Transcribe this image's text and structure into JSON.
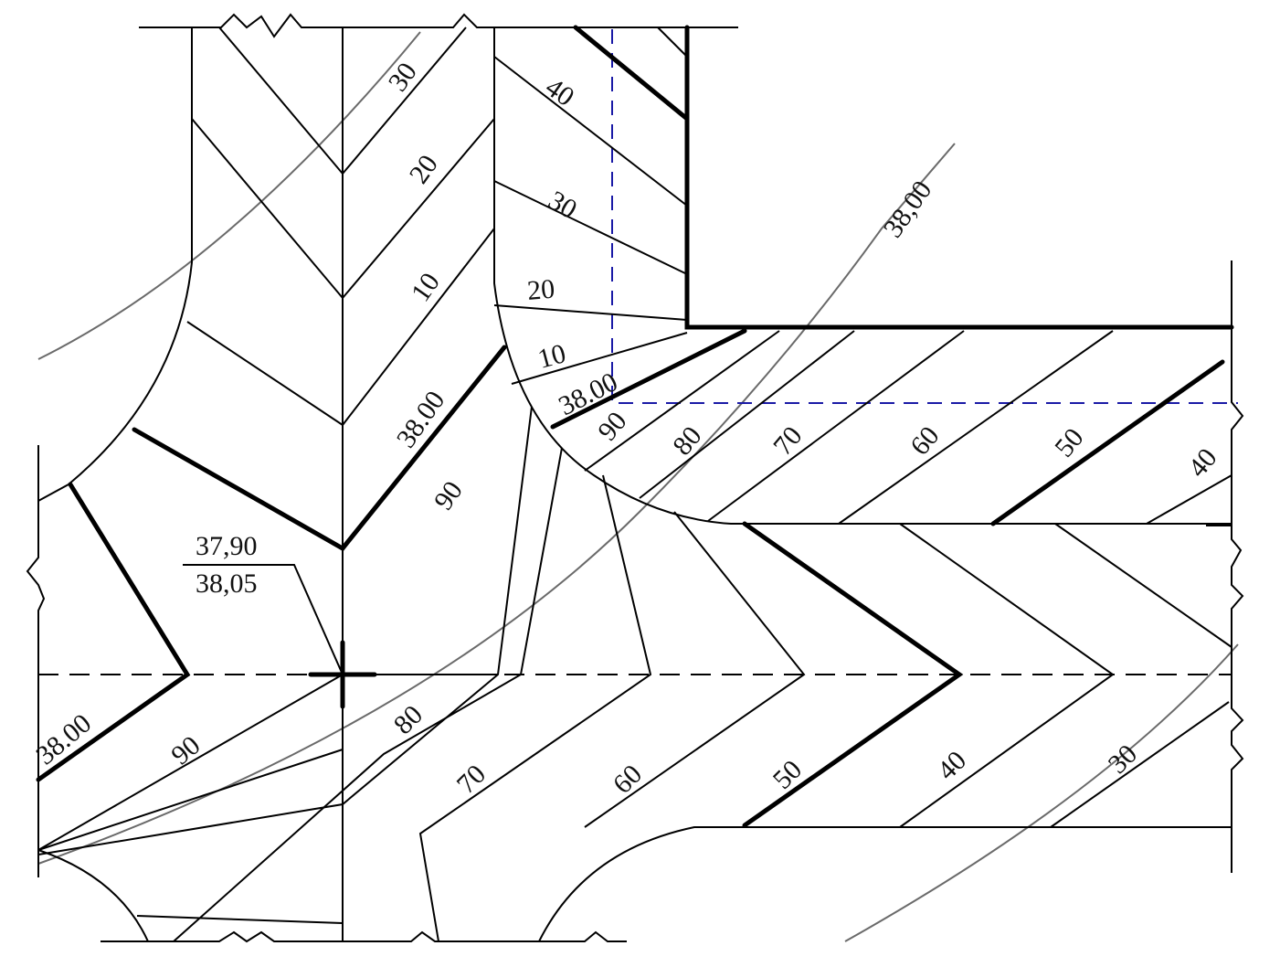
{
  "drawing": {
    "colors": {
      "line": "#000000",
      "contour": "#6a6a6a",
      "guide": "#1a1aa6"
    },
    "point_elevation": {
      "top": "37,90",
      "bottom": "38,05"
    },
    "contour_labels": {
      "grey_curve": "38,00",
      "north_road_top": "30",
      "north_road_20": "20",
      "north_road_10": "10",
      "north_road_crest": "38.00",
      "north_road_90": "90",
      "right_strip_40": "40",
      "right_strip_30": "30",
      "right_strip_20": "20",
      "corner_10": "10",
      "corner_crest": "38.00",
      "corner_90": "90",
      "east_road_80": "80",
      "east_road_70": "70",
      "east_road_60": "60",
      "east_road_50": "50",
      "east_road_40": "40",
      "west_crest": "38.00",
      "south_90": "90",
      "south_80": "80",
      "south_70": "70",
      "south_60": "60",
      "south_50": "50",
      "south_40": "40",
      "south_30": "30"
    }
  }
}
